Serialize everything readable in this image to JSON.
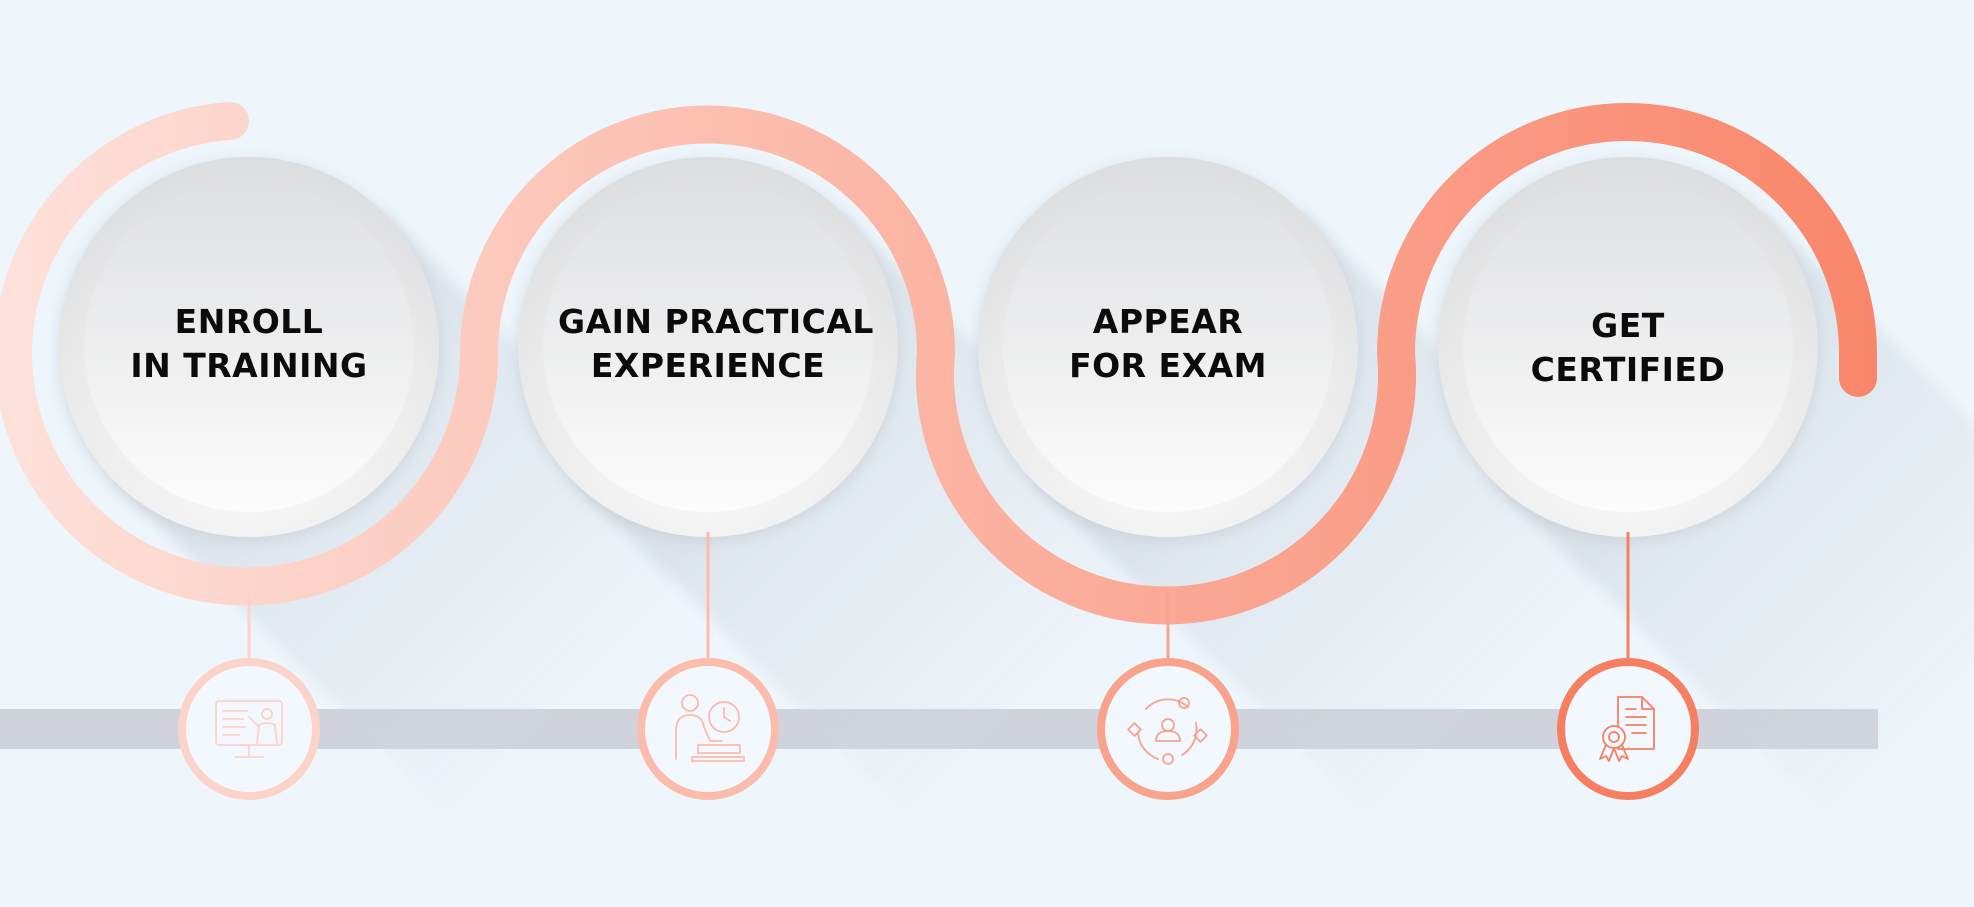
{
  "steps": [
    {
      "id": "enroll",
      "line1": "ENROLL",
      "line2": "IN TRAINING",
      "icon": "training-monitor-icon",
      "color": "#fcd3c8"
    },
    {
      "id": "practical",
      "line1": "GAIN PRACTICAL",
      "line2": "EXPERIENCE",
      "icon": "worker-clock-icon",
      "color": "#fbbcab"
    },
    {
      "id": "exam",
      "line1": "APPEAR",
      "line2": "FOR EXAM",
      "icon": "exam-process-icon",
      "color": "#f9a28c"
    },
    {
      "id": "certified",
      "line1": "GET",
      "line2": "CERTIFIED",
      "icon": "certificate-icon",
      "color": "#f67f62"
    }
  ],
  "colors": {
    "background": "#eef6fc",
    "ribbon_start": "#fde1da",
    "ribbon_end": "#f9866b",
    "baseline": "#d0d3dc",
    "circle_light": "#f7f7f7",
    "circle_dark": "#dcdddf"
  }
}
